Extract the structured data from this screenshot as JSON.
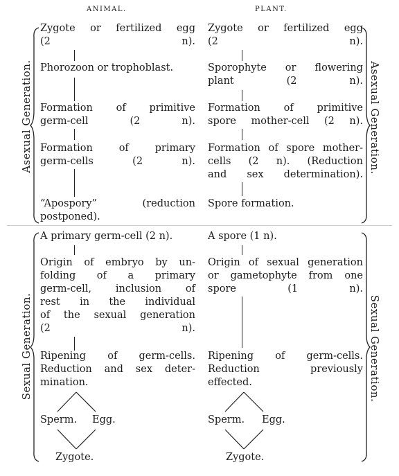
{
  "headers": {
    "animal": "ANIMAL.",
    "plant": "PLANT."
  },
  "side_labels": {
    "asexual_left": "Asexual Generation.",
    "asexual_right": "Asexual Generation.",
    "sexual_left": "Sexual Generation.",
    "sexual_right": "Sexual Generation."
  },
  "animal": {
    "a1": "Zygote or fertilized egg\n(2 n).",
    "a2": "Phorozoon or trophoblast.",
    "a3": "Formation of primitive\ngerm-cell (2 n).",
    "a4": "Formation of primary\ngerm-cells (2 n).",
    "a5": "“Apospory” (reduction\npostponed).",
    "s1": "A primary germ-cell (2 n).",
    "s2": "Origin of embryo by un-\nfolding of a primary\ngerm-cell, inclusion of\nrest in the individual\nof the sexual generation\n(2 n).",
    "s3": "Ripening of germ-cells.\nReduction and sex deter-\nmination.",
    "sperm": "Sperm.",
    "egg": "Egg.",
    "zygote": "Zygote."
  },
  "plant": {
    "a1": "Zygote or fertilized egg\n(2 n).",
    "a2": "Sporophyte or flowering\nplant (2 n).",
    "a3": "Formation of primitive\nspore mother-cell (2 n).",
    "a4": "Formation of spore mother-\ncells (2 n). (Reduction\nand sex determination).",
    "a5": "Spore formation.",
    "s1": "A spore (1 n).",
    "s2": "Origin of sexual generation\nor gametophyte from one\nspore (1 n).",
    "s3": "Ripening of germ-cells.\nReduction previously\neffected.",
    "sperm": "Sperm.",
    "egg": "Egg.",
    "zygote": "Zygote."
  }
}
